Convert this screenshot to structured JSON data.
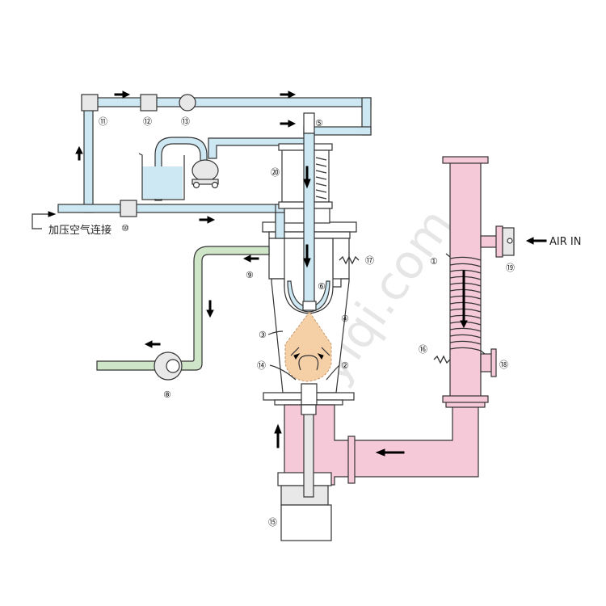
{
  "watermark": "uuyiqi.com",
  "labels": {
    "pressure_air": "加压空气连接",
    "air_in": "AIR IN"
  },
  "parts": {
    "p1": "①",
    "p2": "②",
    "p3": "③",
    "p4": "④",
    "p5": "⑤",
    "p6": "⑥",
    "p8": "⑧",
    "p9": "⑨",
    "p10": "⑩",
    "p11": "⑪",
    "p12": "⑫",
    "p13": "⑬",
    "p14": "⑭",
    "p15": "⑮",
    "p16": "⑯",
    "p17": "⑰",
    "p18": "⑱",
    "p19": "⑲",
    "p20": "⑳"
  },
  "colors": {
    "supply_line": "#cde8f2",
    "heater_air": "#f6c9d8",
    "exhaust_line": "#cfe5c8",
    "powder_cone": "#f5cfa6"
  }
}
